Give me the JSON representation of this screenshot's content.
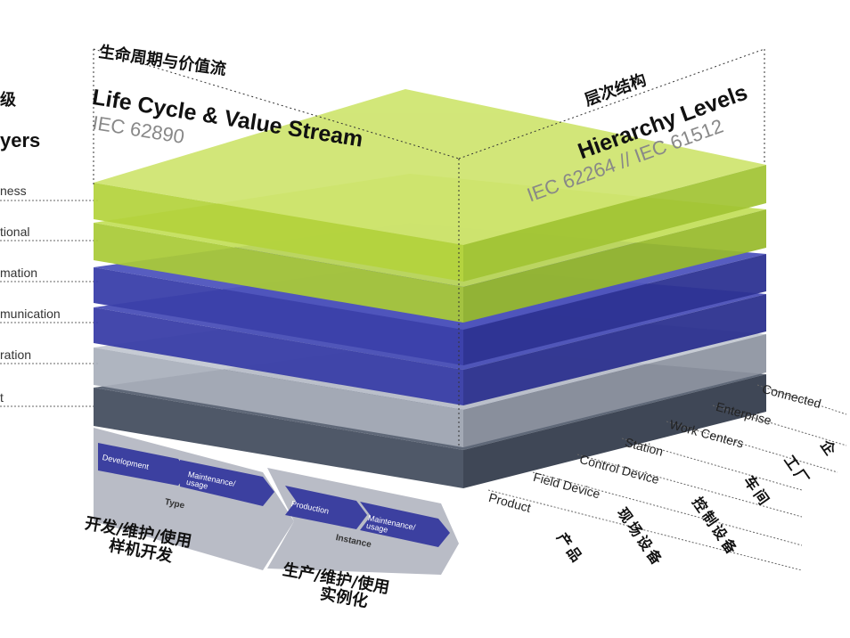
{
  "left_axis": {
    "cn_title": "级",
    "title": "yers",
    "layers": [
      "ness",
      "tional",
      "mation",
      "munication",
      "ration",
      "t"
    ]
  },
  "life_cycle_axis": {
    "cn_title": "生命周期与价值流",
    "title": "Life Cycle & Value Stream",
    "standard": "IEC 62890"
  },
  "hierarchy_axis": {
    "cn_title": "层次结构",
    "title": "Hierarchy Levels",
    "standard": "IEC 62264 // IEC 61512",
    "levels": [
      "Product",
      "Field Device",
      "Control Device",
      "Station",
      "Work Centers",
      "Enterprise",
      "Connected"
    ],
    "cn_levels": [
      "产品",
      "现场设备",
      "控制设备",
      "车间",
      "工厂",
      "企"
    ]
  },
  "type_block": {
    "stage1": "Development",
    "stage2": "Maintenance/ usage",
    "label": "Type",
    "cn_line1": "开发/维护/使用",
    "cn_line2": "样机开发"
  },
  "instance_block": {
    "stage1": "Production",
    "stage2": "Maintenance/ usage",
    "label": "Instance",
    "cn_line1": "生产/维护/使用",
    "cn_line2": "实例化"
  },
  "colors": {
    "green": "#b4d33d",
    "blue": "#3a3fa8",
    "grey_light": "#aab0bc",
    "grey_dark": "#5f6878",
    "arrow_bg": "#b9bcc6",
    "chevron": "#3c40a0"
  }
}
